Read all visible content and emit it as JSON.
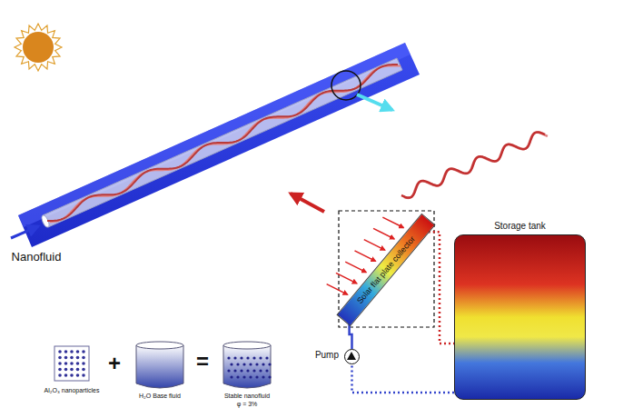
{
  "diagram": {
    "nodes": [
      {
        "text": [
          "Solar flat plate collector"
        ]
      },
      {
        "text": [
          "Pump"
        ]
      },
      {
        "text": [
          "Storage tank"
        ]
      }
    ],
    "edges": [
      {
        "from": 0,
        "to": 2,
        "arrow": "none"
      },
      {
        "from": 2,
        "to": 1,
        "arrow": "none"
      },
      {
        "from": 1,
        "to": 0,
        "arrow": "none"
      }
    ],
    "labels": [
      "Nanofluid",
      "Al₂O₃ nanoparticles",
      "+",
      "H₂O Base fluid",
      "=",
      "Stable nanofluid",
      "φ = 3%"
    ]
  }
}
